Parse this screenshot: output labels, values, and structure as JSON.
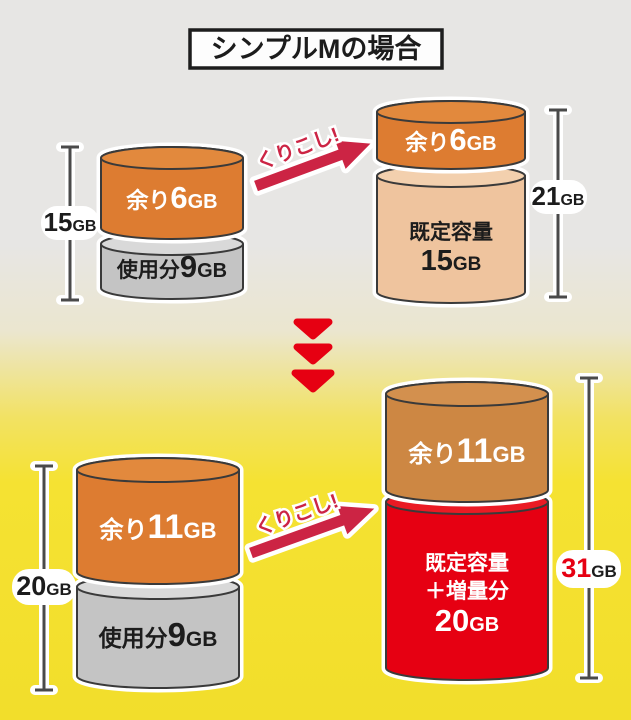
{
  "title": "シンプルMの場合",
  "carryover": "くりこし!",
  "colors": {
    "orange": "#dd7c31",
    "orange_brown": "#cd8743",
    "gray": "#c4c4c4",
    "peach": "#efc49e",
    "red": "#e60012",
    "arrow_crimson": "#cc2444",
    "background_top": "#e7e6e4",
    "background_bottom": "#f5e232"
  },
  "top_row": {
    "before": {
      "total": {
        "value": "15",
        "unit": "GB"
      },
      "remain": {
        "label": "余り",
        "value": "6",
        "unit": "GB"
      },
      "used": {
        "label": "使用分",
        "value": "9",
        "unit": "GB"
      }
    },
    "after": {
      "total": {
        "value": "21",
        "unit": "GB"
      },
      "remain": {
        "label": "余り",
        "value": "6",
        "unit": "GB"
      },
      "base": {
        "line1": "既定容量",
        "value": "15",
        "unit": "GB"
      }
    }
  },
  "bottom_row": {
    "before": {
      "total": {
        "value": "20",
        "unit": "GB"
      },
      "remain": {
        "label": "余り",
        "value": "11",
        "unit": "GB"
      },
      "used": {
        "label": "使用分",
        "value": "9",
        "unit": "GB"
      }
    },
    "after": {
      "total": {
        "value": "31",
        "unit": "GB"
      },
      "remain": {
        "label": "余り",
        "value": "11",
        "unit": "GB"
      },
      "base": {
        "line1": "既定容量",
        "line2": "＋増量分",
        "value": "20",
        "unit": "GB"
      }
    }
  }
}
